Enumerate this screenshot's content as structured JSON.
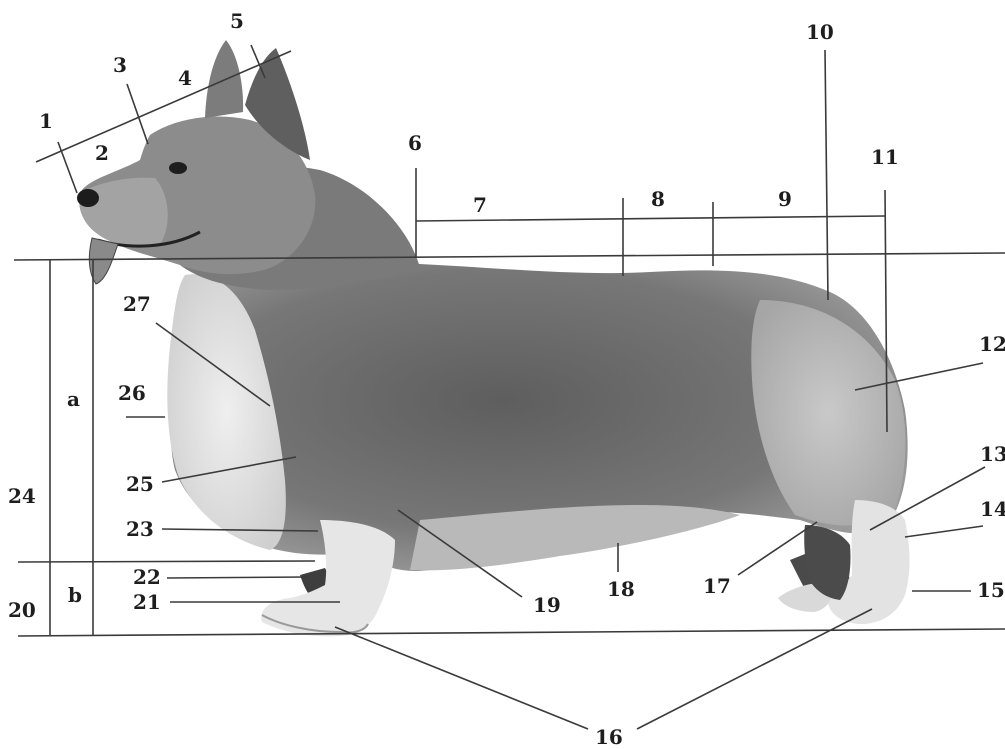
{
  "labels": {
    "l1": "1",
    "l2": "2",
    "l3": "3",
    "l4": "4",
    "l5": "5",
    "l6": "6",
    "l7": "7",
    "l8": "8",
    "l9": "9",
    "l10": "10",
    "l11": "11",
    "l12": "12",
    "l13": "13",
    "l14": "14",
    "l15": "15",
    "l16": "16",
    "l17": "17",
    "l18": "18",
    "l19": "19",
    "l20": "20",
    "l21": "21",
    "l22": "22",
    "l23": "23",
    "l24": "24",
    "l25": "25",
    "l26": "26",
    "l27": "27",
    "la": "a",
    "lb": "b"
  },
  "illustration": {
    "subject": "corgi-photo",
    "colors": {
      "coat_dark": "#6f6f6f",
      "coat_light": "#d8d8d8",
      "line": "#3a3a3a"
    }
  }
}
